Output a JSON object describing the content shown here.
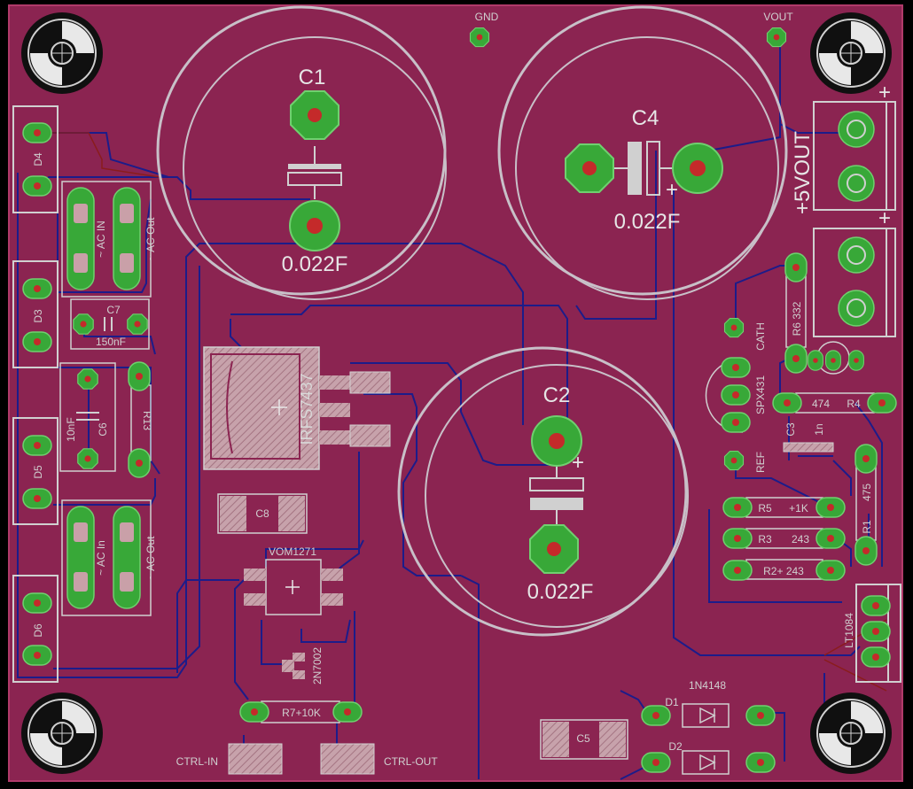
{
  "colors": {
    "board": "#8b2451",
    "silkscreen": "#d0d0d0",
    "trace_bottom": "#1c1c8a",
    "pad_green": "#38a838",
    "pad_hole": "#c42a2a",
    "smd_pad": "#c9a0a8"
  },
  "capacitors": {
    "c1_ref": "C1",
    "c1_value": "0.022F",
    "c2_ref": "C2",
    "c2_value": "0.022F",
    "c4_ref": "C4",
    "c4_value": "0.022F",
    "c7_ref": "C7",
    "c7_value": "150nF",
    "c6_ref": "C6",
    "c6_value": "10nF",
    "c3_ref": "C3",
    "c3_value": "1n",
    "polarity_mark": "+"
  },
  "test_points": {
    "gnd": "GND",
    "vout": "VOUT",
    "cath": "CATH",
    "ref": "REF"
  },
  "connectors": {
    "out_label": "+5VOUT",
    "plus": "+"
  },
  "diodes": {
    "d1": "D1",
    "d2": "D2",
    "d3": "D3",
    "d4": "D4",
    "d5": "D5",
    "d6": "D6",
    "type": "1N4148"
  },
  "fuses": {
    "ac_in_top": "~ AC IN",
    "ac_out_top": "~ AC Out",
    "ac_in_bottom": "~ AC In",
    "ac_out_bottom": "~ AC Out"
  },
  "resistors": {
    "r1": "R1",
    "r1_value": "475",
    "r2": "R2+ 243",
    "r3": "R3",
    "r3_value": "243",
    "r4": "R4",
    "r4_value": "474",
    "r5": "R5",
    "r5_value": "+1K",
    "r6": "R6",
    "r6_value": "332",
    "r7": "R7+10K",
    "r13": "R13"
  },
  "ics": {
    "mosfet": "IRFS7437",
    "optomos": "VOM1271",
    "small_fet": "2N7002",
    "shunt_ref": "SPX431",
    "regulator": "LT1084"
  },
  "ports": {
    "ctrl_in": "CTRL-IN",
    "ctrl_out": "CTRL-OUT"
  },
  "smd_caps": {
    "c8": "C8",
    "c5": "C5"
  }
}
